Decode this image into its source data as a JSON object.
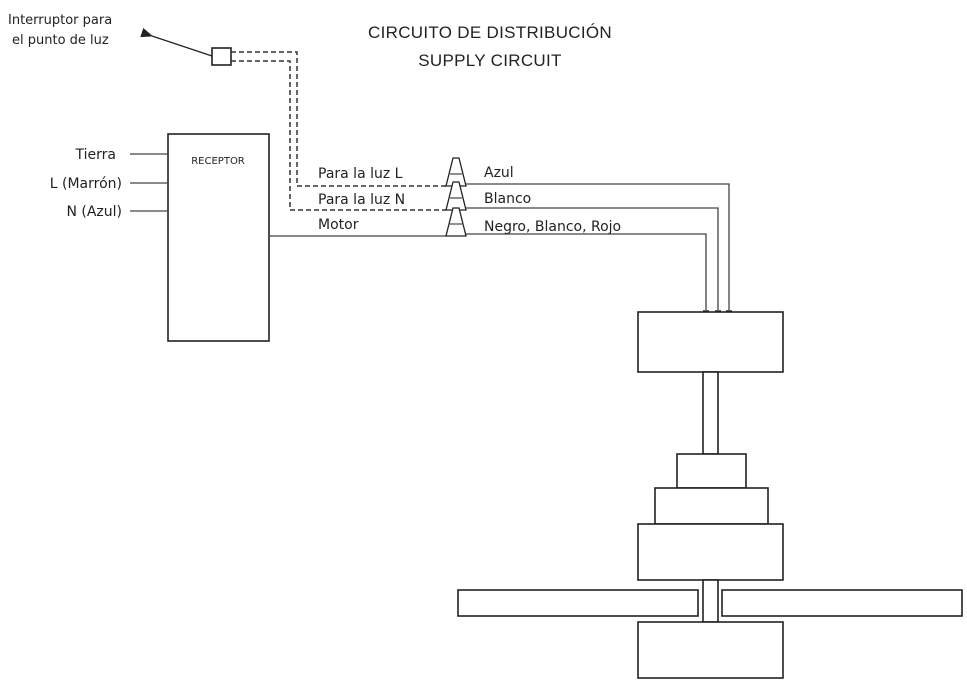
{
  "title": {
    "line1": "CIRCUITO DE DISTRIBUCIÓN",
    "line2": "SUPPLY CIRCUIT"
  },
  "switch": {
    "label_line1": "Interruptor para",
    "label_line2": "el punto de luz"
  },
  "receiver": {
    "label": "RECEPTOR",
    "inputs": [
      "Tierra",
      "L (Marrón)",
      "N (Azul)"
    ]
  },
  "connections": [
    {
      "from": "Para la luz L",
      "to": "Azul"
    },
    {
      "from": "Para la luz N",
      "to": "Blanco"
    },
    {
      "from": "Motor",
      "to": "Negro, Blanco, Rojo"
    }
  ],
  "colors": {
    "ink": "#222222",
    "wire": "#444444",
    "background": "#ffffff"
  }
}
